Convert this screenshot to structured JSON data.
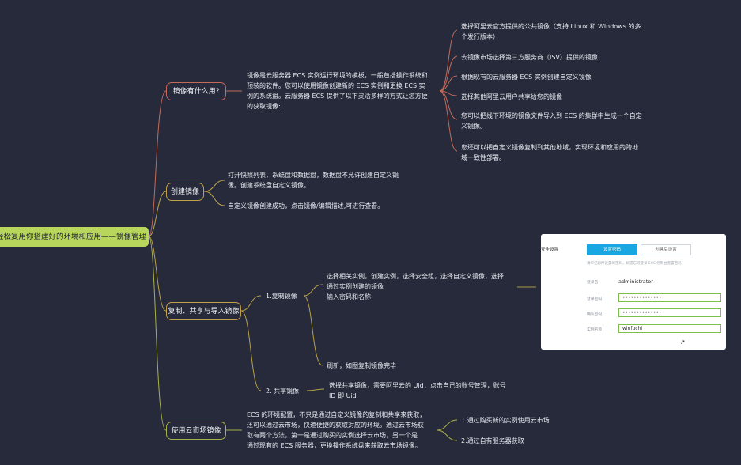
{
  "root": {
    "label": "轻松复用你搭建好的环境和应用——镜像管理"
  },
  "branches": [
    {
      "label": "镜像有什么用?",
      "text": "镜像是云服务器 ECS 实例运行环境的模板，一般包括操作系统和\n预装的软件。您可以使用镜像创建新的 ECS 实例和更换 ECS 实\n例的系统盘。云服务器 ECS 提供了以下灵活多样的方式让您方便\n的获取镜像:",
      "items": [
        "选择阿里云官方提供的公共镜像（支持 Linux 和 Windows 的多\n个发行版本）",
        "去镜像市场选择第三方服务商（ISV）提供的镜像",
        "根据现有的云服务器 ECS 实例创建自定义镜像",
        "选择其他阿里云用户共享给您的镜像",
        "您可以把线下环境的镜像文件导入到 ECS 的集群中生成一个自定\n义镜像。",
        "您还可以把自定义镜像复制到其他地域，实现环境和应用的跨地\n域一致性部署。"
      ]
    },
    {
      "label": "创建镜像",
      "items": [
        "打开快照列表，系统盘和数据盘，数据盘不允许创建自定义镜\n像。创建系统盘自定义镜像。",
        "自定义镜像创建成功，点击镜像/编辑描述,可进行查看。"
      ]
    },
    {
      "label": "复制、共享与导入镜像",
      "subs": [
        {
          "label": "1.复制镜像",
          "items": [
            "选择相关实例，创建实例，选择安全组，选择自定义镜像，选择\n通过实例创建的镜像\n输入密码和名称",
            "刷新，如图复制镜像完毕"
          ]
        },
        {
          "label": "2. 共享镜像",
          "items": [
            "选择共享镜像，需要阿里云的 Uid，点击自己的账号管理，账号\nID 即 Uid"
          ]
        }
      ]
    },
    {
      "label": "使用云市场镜像",
      "text": "ECS 的环境配置，不只是通过自定义镜像的复制和共享来获取，\n还可以通过云市场，快速便捷的获取对应的环境。通过云市场获\n取有两个方法，第一是通过购买的实例选择云市场，另一个是\n通过现有的 ECS 服务器，更换操作系统盘来获取云市场镜像。",
      "items": [
        "1.通过购买新的实例使用云市场",
        "2.通过自有服务器获取"
      ]
    }
  ],
  "screenshot": {
    "side_label": "安全设置",
    "tab_active": "设置密码",
    "tab_inactive": "创建后设置",
    "hint": "请牢记您所设置的密码，如遗忘可登录 ECS 控制台重置密码",
    "login_label": "登录名：",
    "login_value": "administrator",
    "password_label": "登录密码：",
    "password_value": "••••••••••••••",
    "confirm_label": "确认密码：",
    "confirm_value": "••••••••••••••",
    "name_label": "实例名称：",
    "name_value": "winfuchi"
  },
  "colors": {
    "background": "#262a3a",
    "root_fill": "#b8d65c",
    "branch_red": "#c46a5a",
    "branch_yellow": "#c1a24a",
    "branch_olive": "#a8b04a"
  }
}
